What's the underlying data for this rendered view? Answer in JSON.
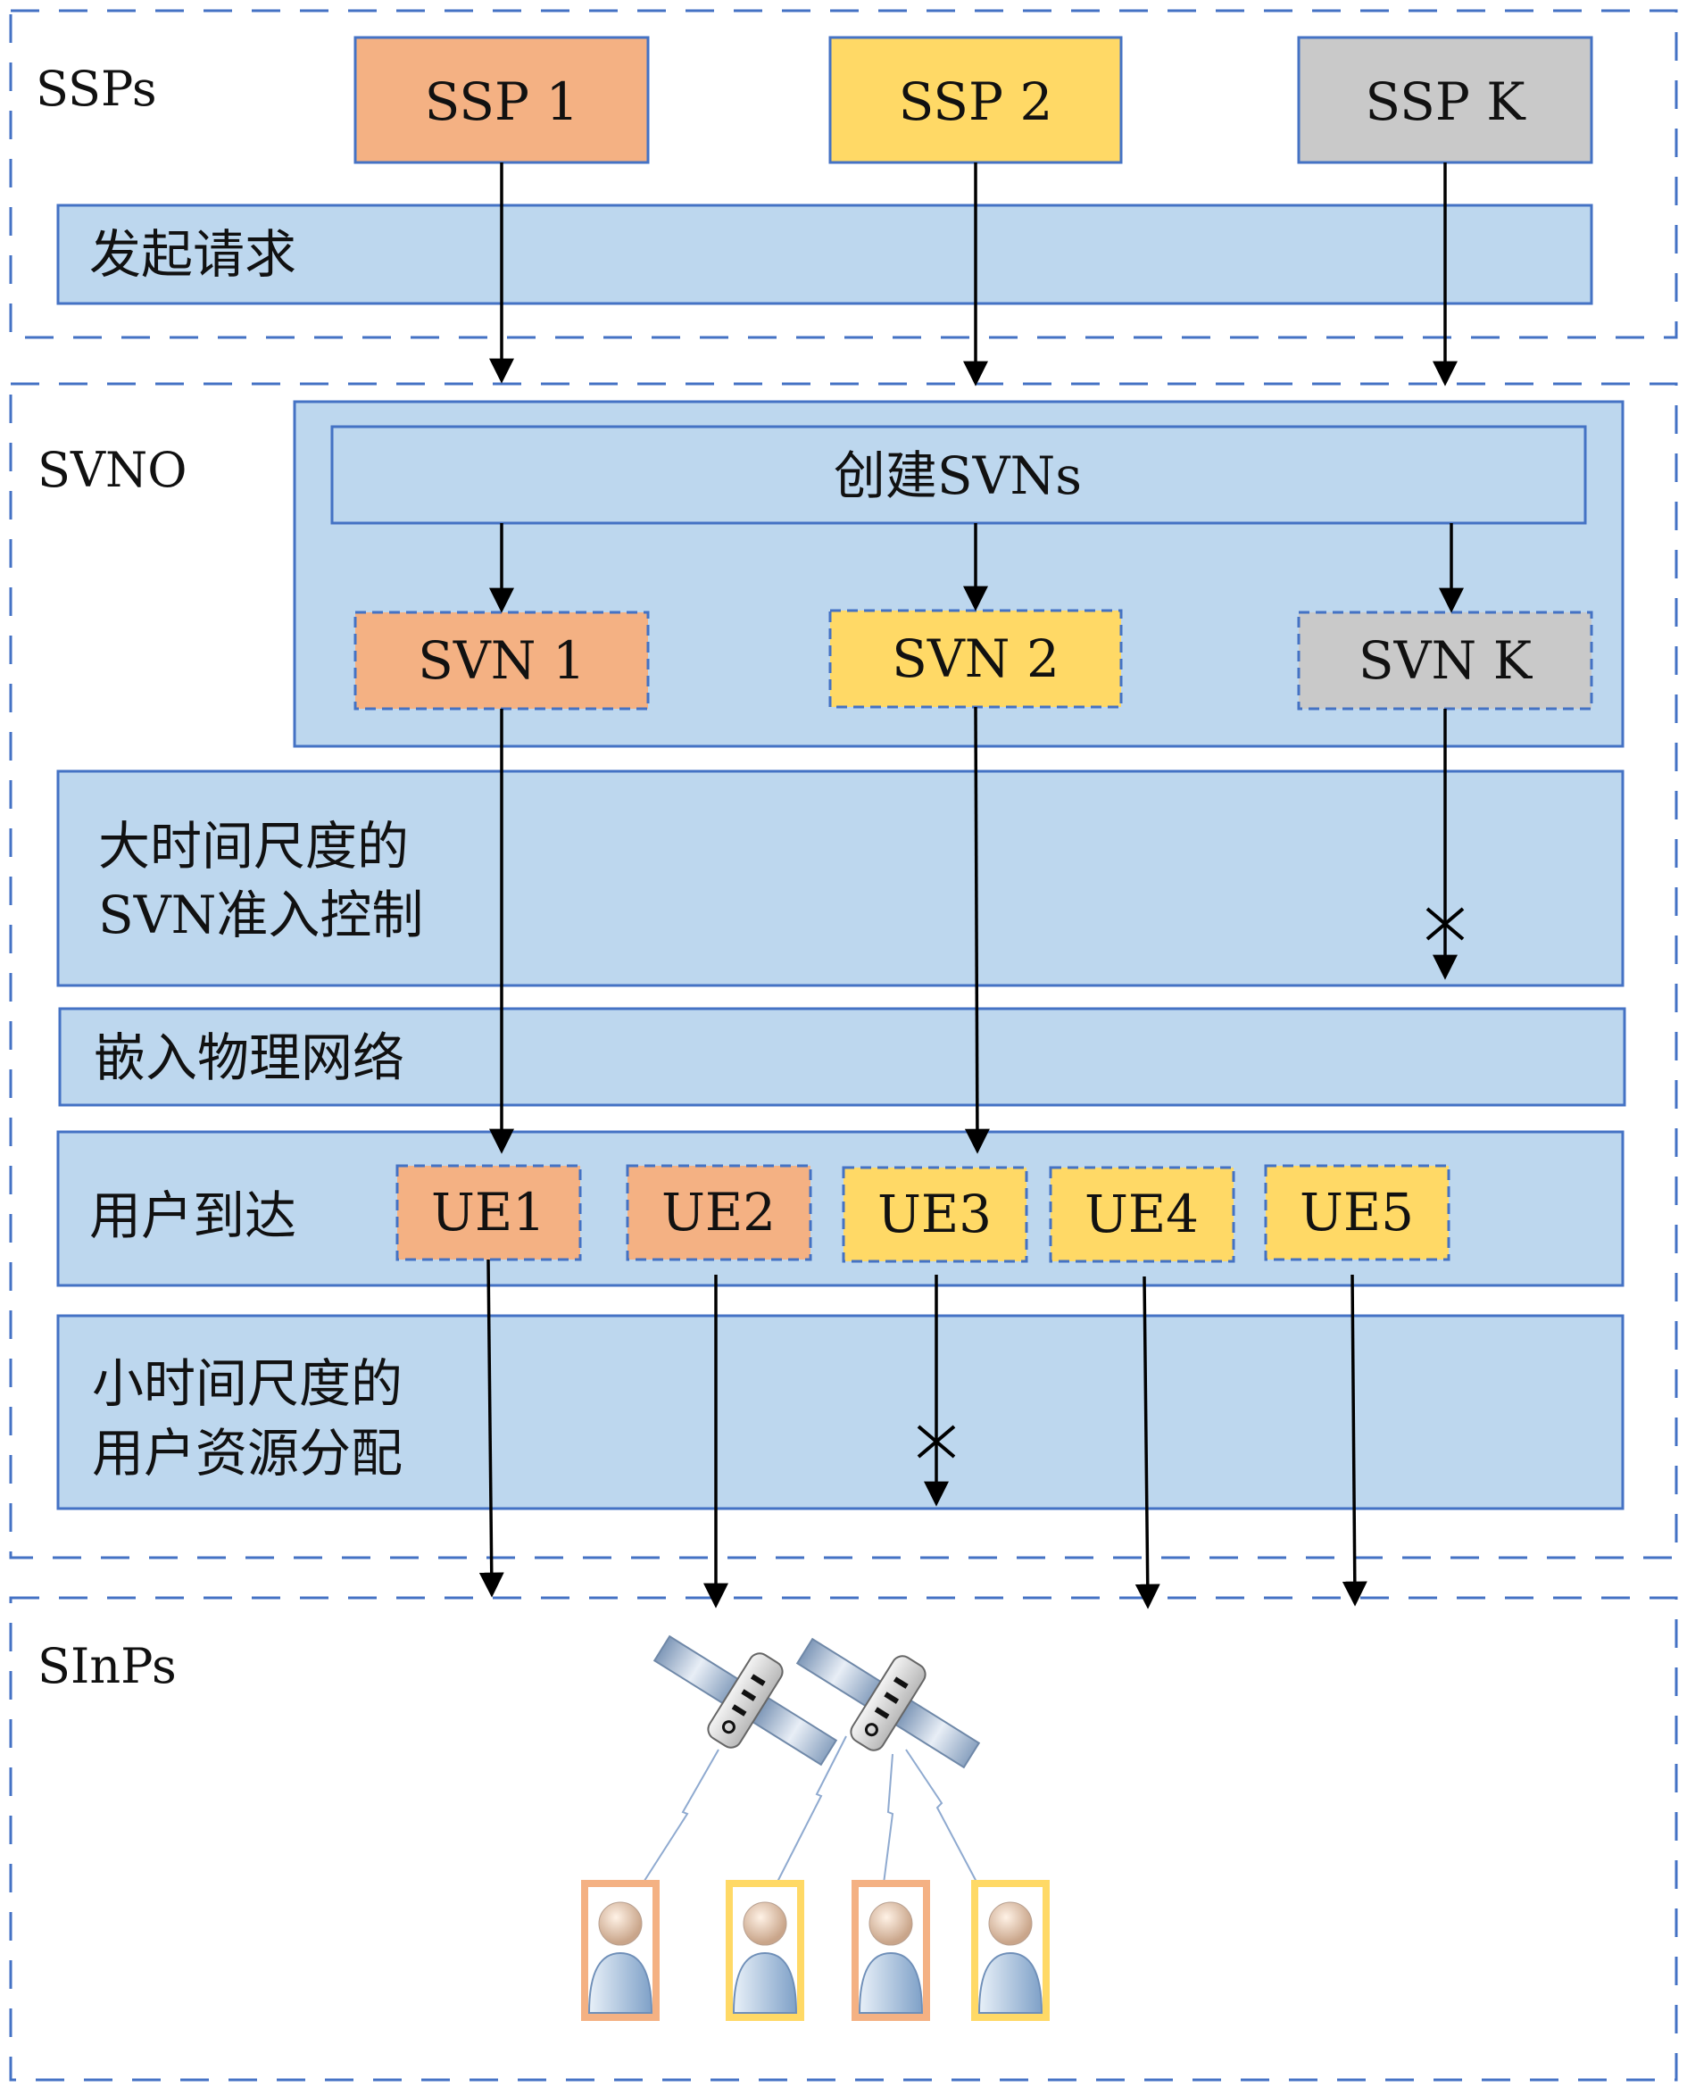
{
  "colors": {
    "orange": "#F4B183",
    "yellow": "#FFD966",
    "gray": "#C9C9C9",
    "panel": "#BDD7EE",
    "border": "#4472C4",
    "arrow": "#000000"
  },
  "sections": {
    "ssps": "SSPs",
    "svno": "SVNO",
    "sinps": "SInPs"
  },
  "ssp_boxes": [
    {
      "label": "SSP 1",
      "color": "orange"
    },
    {
      "label": "SSP 2",
      "color": "yellow"
    },
    {
      "label": "SSP K",
      "color": "gray"
    }
  ],
  "steps": {
    "request": "发起请求",
    "create": "创建SVNs",
    "admission_line1": "大时间尺度的",
    "admission_line2": "SVN准入控制",
    "embed": "嵌入物理网络",
    "arrival": "用户到达",
    "alloc_line1": "小时间尺度的",
    "alloc_line2": "用户资源分配"
  },
  "svn_boxes": [
    {
      "label": "SVN 1",
      "color": "orange"
    },
    {
      "label": "SVN 2",
      "color": "yellow"
    },
    {
      "label": "SVN K",
      "color": "gray"
    }
  ],
  "ue_boxes": [
    {
      "label": "UE1",
      "color": "orange"
    },
    {
      "label": "UE2",
      "color": "orange"
    },
    {
      "label": "UE3",
      "color": "yellow"
    },
    {
      "label": "UE4",
      "color": "yellow"
    },
    {
      "label": "UE5",
      "color": "yellow"
    }
  ],
  "icons": {
    "satellite": "satellite-icon",
    "user": "user-icon"
  },
  "user_icons": [
    {
      "color": "orange"
    },
    {
      "color": "yellow"
    },
    {
      "color": "orange"
    },
    {
      "color": "yellow"
    }
  ]
}
